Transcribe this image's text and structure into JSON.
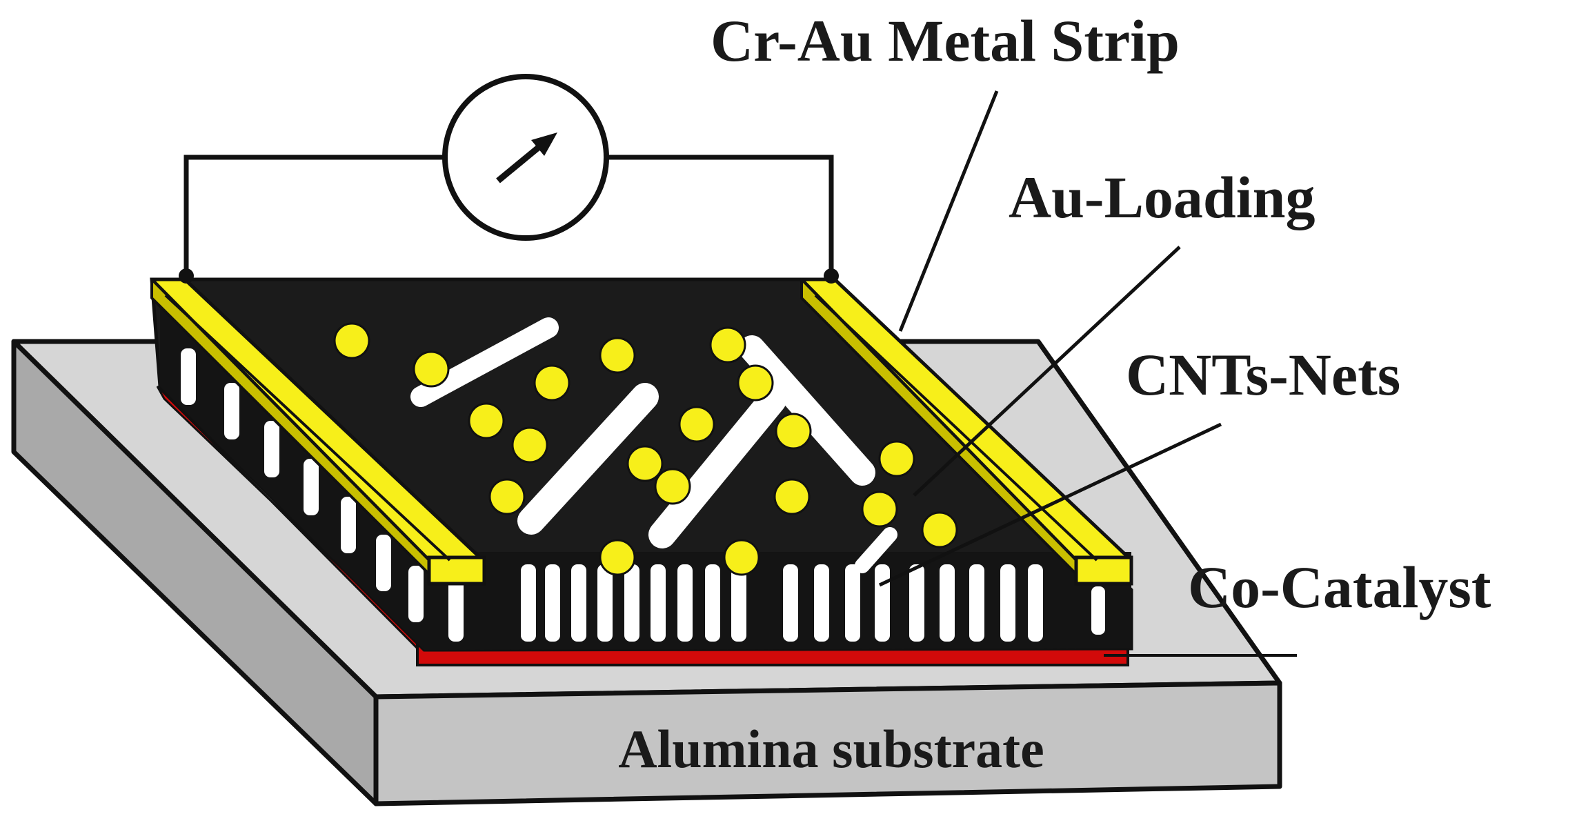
{
  "labels": {
    "metal_strip": "Cr-Au Metal Strip",
    "au_loading": "Au-Loading",
    "cnts_nets": "CNTs-Nets",
    "co_catalyst": "Co-Catalyst",
    "substrate": "Alumina substrate"
  },
  "colors": {
    "substrate_top": "#d6d6d6",
    "substrate_front": "#c4c4c4",
    "substrate_side": "#a9a9a9",
    "film": "#1b1b1b",
    "electrode": "#f7ef1a",
    "catalyst": "#d20a0a",
    "nanotube": "#ffffff",
    "line": "#111111"
  },
  "icons": [
    "meter-icon"
  ]
}
